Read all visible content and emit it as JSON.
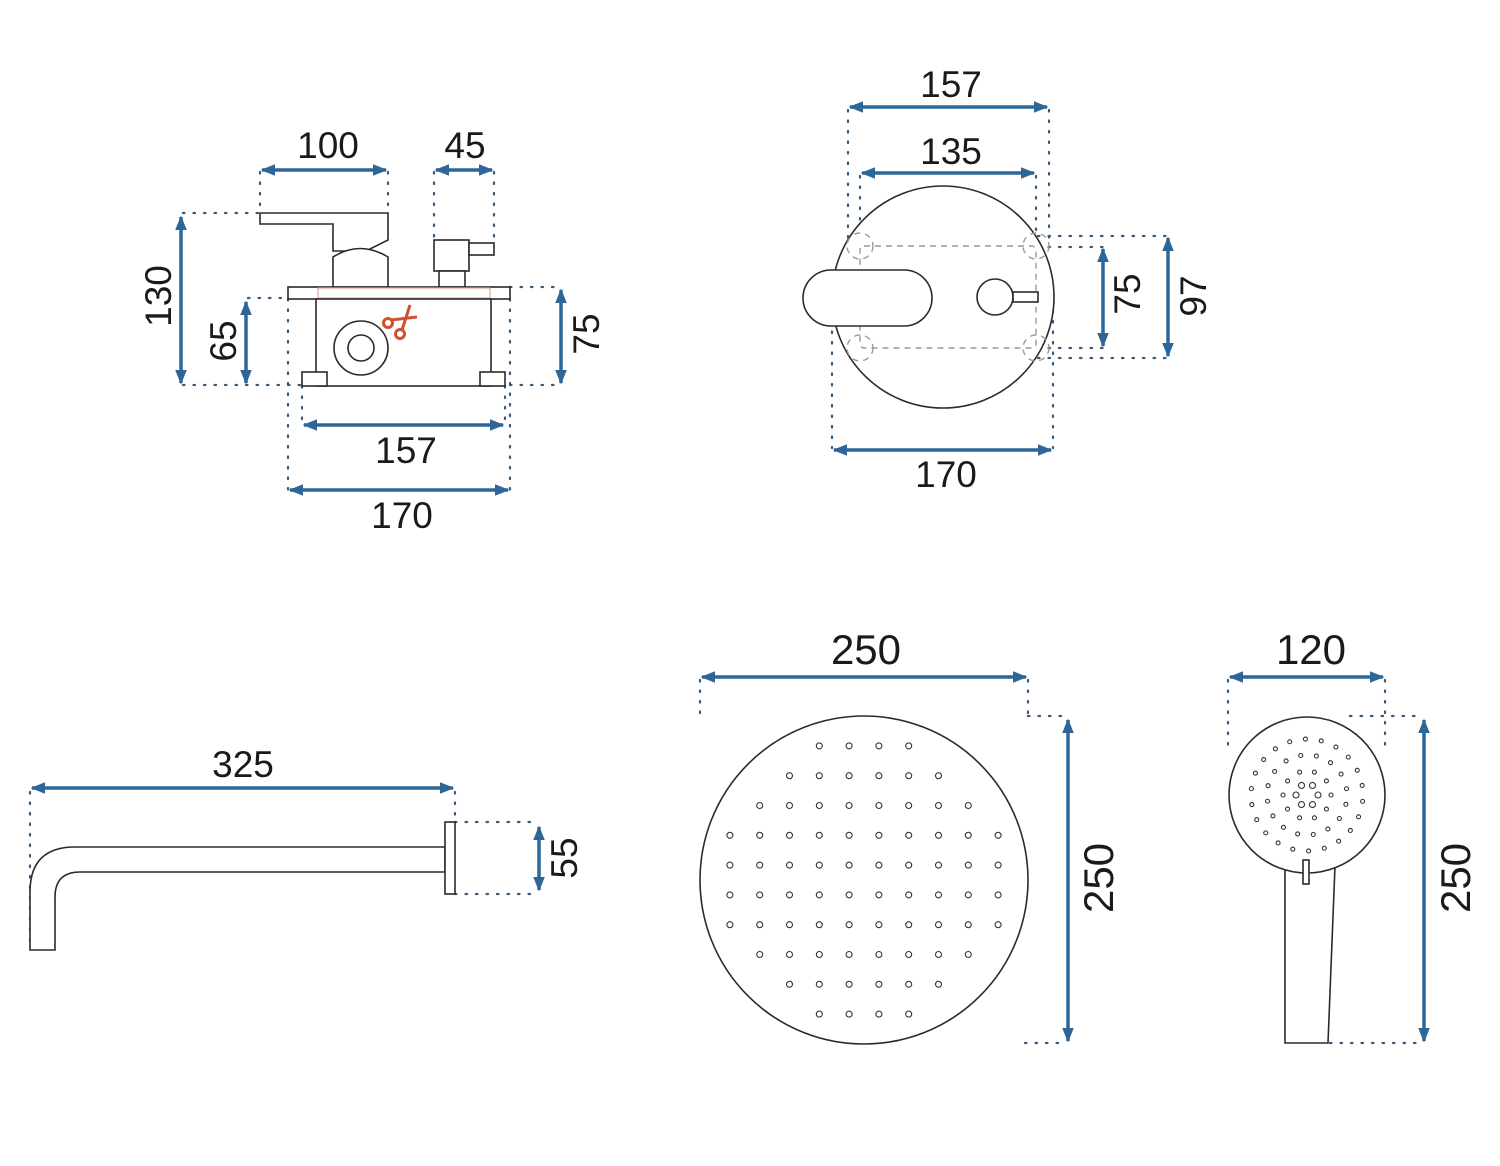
{
  "colors": {
    "dimension_arrow": "#2e6697",
    "cut_mark": "#d2502e",
    "outline": "#2a2a2a"
  },
  "mixer_side_view": {
    "width_handle": "100",
    "width_diverter": "45",
    "height_total": "130",
    "height_box": "65",
    "height_plate": "75",
    "width_box": "157",
    "width_plate": "170",
    "cut_icon": "scissors-icon"
  },
  "mixer_front_view": {
    "width_outer": "157",
    "width_inner": "135",
    "diameter_plate": "170",
    "height_inner": "75",
    "height_outer": "97"
  },
  "spout": {
    "length": "325",
    "flange_height": "55"
  },
  "rain_shower": {
    "width": "250",
    "height": "250"
  },
  "hand_shower": {
    "width": "120",
    "height": "250"
  }
}
